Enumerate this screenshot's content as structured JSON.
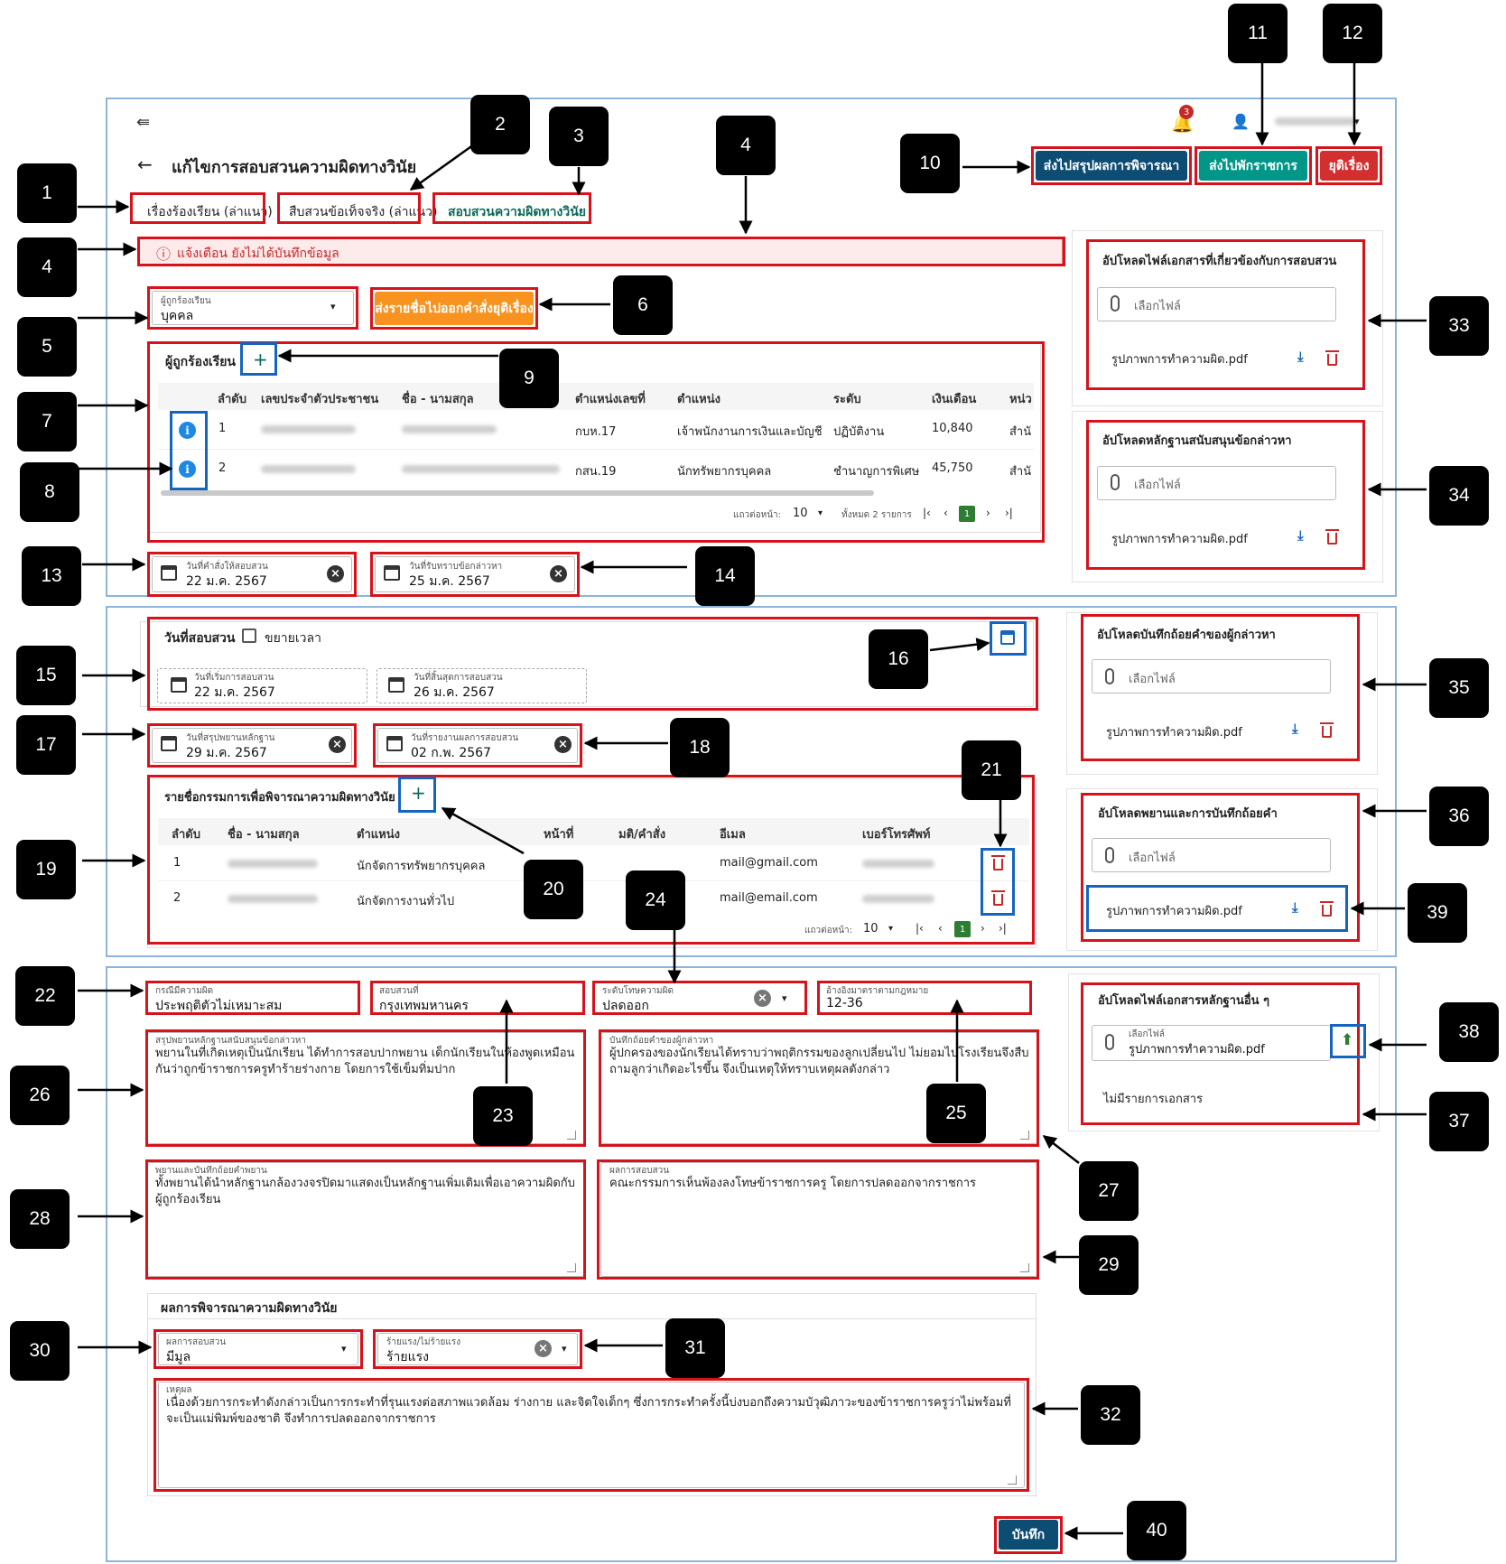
{
  "header": {
    "page_title": "แก้ไขการสอบสวนความผิดทางวินัย",
    "notification_count": "3",
    "btn_send_summary": "ส่งไปสรุปผลการพิจารณา",
    "btn_send_suspend": "ส่งไปพักราชการ",
    "btn_terminate": "ยุติเรื่อง"
  },
  "tabs": [
    "เรื่องร้องเรียน (ล่าแนว)",
    "สืบสวนข้อเท็จจริง (ล่าแนว)",
    "สอบสวนความผิดทางวินัย"
  ],
  "alert_text": "แจ้งเตือน ยังไม่ได้บันทึกข้อมูล",
  "complainee_select": {
    "label": "ผู้ถูกร้องเรียน",
    "value": "บุคคล"
  },
  "orange_button": "ส่งรายชื่อไปออกคำสั่งยุติเรื่อง",
  "accused_table": {
    "title": "ผู้ถูกร้องเรียน",
    "headers": [
      "ลำดับ",
      "เลขประจำตัวประชาชน",
      "ชื่อ - นามสกุล",
      "ตำแหน่งเลขที่",
      "ตำแหน่ง",
      "ระดับ",
      "เงินเดือน",
      "หน่ว"
    ],
    "rows": [
      {
        "no": "1",
        "position_no": "กบห.17",
        "position": "เจ้าพนักงานการเงินและบัญชี",
        "level": "ปฏิบัติงาน",
        "salary": "10,840",
        "unit": "สำนั"
      },
      {
        "no": "2",
        "position_no": "กสน.19",
        "position": "นักทรัพยากรบุคคล",
        "level": "ชำนาญการพิเศษ",
        "salary": "45,750",
        "unit": "สำนั"
      }
    ],
    "rows_per_page_label": "แถวต่อหน้า:",
    "rows_per_page": "10",
    "total_text": "ทั้งหมด 2 รายการ",
    "page": "1"
  },
  "dates_top": [
    {
      "label": "วันที่คำสั่งให้สอบสวน",
      "value": "22 ม.ค. 2567"
    },
    {
      "label": "วันที่รับทราบข้อกล่าวหา",
      "value": "25 ม.ค. 2567"
    }
  ],
  "investigation": {
    "label": "วันที่สอบสวน",
    "extend_label": "ขยายเวลา",
    "start_label": "วันที่เริ่มการสอบสวน",
    "start_value": "22 ม.ค. 2567",
    "end_label": "วันที่สิ้นสุดการสอบสวน",
    "end_value": "26 ม.ค. 2567"
  },
  "dates_mid": [
    {
      "label": "วันที่สรุปพยานหลักฐาน",
      "value": "29 ม.ค. 2567"
    },
    {
      "label": "วันที่รายงานผลการสอบสวน",
      "value": "02 ก.พ. 2567"
    }
  ],
  "committee_table": {
    "title": "รายชื่อกรรมการเพื่อพิจารณาความผิดทางวินัย",
    "headers": [
      "ลำดับ",
      "ชื่อ - นามสกุล",
      "ตำแหน่ง",
      "หน้าที่",
      "มติ/คำสั่ง",
      "อีเมล",
      "เบอร์โทรศัพท์"
    ],
    "rows": [
      {
        "no": "1",
        "position": "นักจัดการทรัพยากรบุคคล",
        "email": "mail@gmail.com"
      },
      {
        "no": "2",
        "position": "นักจัดการงานทั่วไป",
        "email": "mail@email.com"
      }
    ],
    "rows_per_page_label": "แถวต่อหน้า:",
    "rows_per_page": "10",
    "page": "1"
  },
  "case_fields": [
    {
      "label": "กรณีมีความผิด",
      "value": "ประพฤติตัวไม่เหมาะสม"
    },
    {
      "label": "สอบสวนที่",
      "value": "กรุงเทพมหานคร"
    },
    {
      "label": "ระดับโทษความผิด",
      "value": "ปลดออก"
    },
    {
      "label": "อ้างอิงมาตราตามกฎหมาย",
      "value": "12-36"
    }
  ],
  "textareas": {
    "evidence_summary": {
      "label": "สรุปพยานหลักฐานสนับสนุนข้อกล่าวหา",
      "value": "พยานในที่เกิดเหตุเป็นนักเรียน ได้ทำการสอบปากพยาน เด็กนักเรียนในห้องพูดเหมือนกันว่าถูกข้าราชการครูทำร้ายร่างกาย โดยการใช้เข็มทิ่มปาก"
    },
    "accused_statement": {
      "label": "บันทึกถ้อยคำของผู้กล่าวหา",
      "value": "ผู้ปกครองของนักเรียนได้ทราบว่าพฤติกรรมของลูกเปลี่ยนไป ไม่ยอมไปโรงเรียนจึงสืบถามลูกว่าเกิดอะไรขึ้น จึงเป็นเหตุให้ทราบเหตุผลดังกล่าว"
    },
    "witness": {
      "label": "พยานและบันทึกถ้อยคำพยาน",
      "value": "ทั้งพยานได้นำหลักฐานกล้องวงจรปิดมาแสดงเป็นหลักฐานเพิ่มเติมเพื่อเอาความผิดกับผู้ถูกร้องเรียน"
    },
    "result": {
      "label": "ผลการสอบสวน",
      "value": "คณะกรรมการเห็นพ้องลงโทษข้าราชการครู โดยการปลดออกจากราชการ"
    }
  },
  "consideration": {
    "title": "ผลการพิจารณาความผิดทางวินัย",
    "result_label": "ผลการสอบสวน",
    "result_value": "มีมูล",
    "severity_label": "ร้ายแรง/ไม่ร้ายแรง",
    "severity_value": "ร้ายแรง",
    "reason_label": "เหตุผล",
    "reason_value": "เนื่องด้วยการกระทำดังกล่าวเป็นการกระทำที่รุนแรงต่อสภาพแวดล้อม ร่างกาย และจิตใจเด็กๆ ซึ่งการกระทำครั้งนี้บ่งบอกถึงความบัวุฒิภาวะของข้าราชการครูว่าไม่พร้อมที่จะเป็นแม่พิมพ์ของชาติ จึงทำการปลดออกจากราชการ"
  },
  "save_button": "บันทึก",
  "uploads": [
    {
      "title": "อัปโหลดไฟล์เอกสารที่เกี่ยวข้องกับการสอบสวน",
      "choose": "เลือกไฟล์",
      "file": "รูปภาพการทำความผิด.pdf"
    },
    {
      "title": "อัปโหลดหลักฐานสนับสนุนข้อกล่าวหา",
      "choose": "เลือกไฟล์",
      "file": "รูปภาพการทำความผิด.pdf"
    },
    {
      "title": "อัปโหลดบันทึกถ้อยคำของผู้กล่าวหา",
      "choose": "เลือกไฟล์",
      "file": "รูปภาพการทำความผิด.pdf"
    },
    {
      "title": "อัปโหลดพยานและการบันทึกถ้อยคำ",
      "choose": "เลือกไฟล์",
      "file": "รูปภาพการทำความผิด.pdf"
    }
  ],
  "upload_other": {
    "title": "อัปโหลดไฟล์เอกสารหลักฐานอื่น ๆ",
    "choose_label": "เลือกไฟล์",
    "file": "รูปภาพการทำความผิด.pdf",
    "empty": "ไม่มีรายการเอกสาร"
  },
  "callouts": [
    "1",
    "2",
    "3",
    "4",
    "4",
    "5",
    "6",
    "7",
    "8",
    "9",
    "10",
    "11",
    "12",
    "13",
    "14",
    "15",
    "16",
    "17",
    "18",
    "19",
    "20",
    "21",
    "22",
    "23",
    "24",
    "25",
    "26",
    "27",
    "28",
    "29",
    "30",
    "31",
    "32",
    "33",
    "34",
    "35",
    "36",
    "37",
    "38",
    "39",
    "40"
  ],
  "colors": {
    "annotation_red": "#d8121b",
    "annotation_blue": "#1565c0",
    "teal": "#009688",
    "navy": "#0d4c73",
    "orange": "#f7931e",
    "green": "#2e7d32"
  }
}
